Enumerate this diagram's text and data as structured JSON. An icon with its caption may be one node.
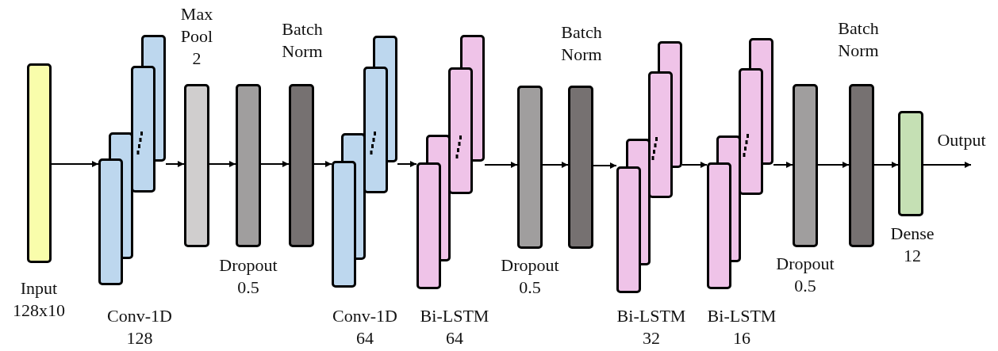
{
  "diagram": {
    "nodes": [
      {
        "text": [
          "Input 128x10"
        ]
      },
      {
        "text": [
          "Conv-1D 128"
        ]
      },
      {
        "text": [
          "Max Pool 2"
        ]
      },
      {
        "text": [
          "Dropout 0.5"
        ]
      },
      {
        "text": [
          "Batch Norm"
        ]
      },
      {
        "text": [
          "Conv-1D 64"
        ]
      },
      {
        "text": [
          "Bi-LSTM 64"
        ]
      },
      {
        "text": [
          "Dropout 0.5"
        ]
      },
      {
        "text": [
          "Batch Norm"
        ]
      },
      {
        "text": [
          "Bi-LSTM 32"
        ]
      },
      {
        "text": [
          "Bi-LSTM 16"
        ]
      },
      {
        "text": [
          "Dropout 0.5"
        ]
      },
      {
        "text": [
          "Batch Norm"
        ]
      },
      {
        "text": [
          "Dense 12"
        ]
      }
    ],
    "edges": [
      {
        "from": 0,
        "to": 1,
        "arrow": "to"
      },
      {
        "from": 1,
        "to": 2,
        "arrow": "to"
      },
      {
        "from": 2,
        "to": 3,
        "arrow": "to"
      },
      {
        "from": 3,
        "to": 4,
        "arrow": "to"
      },
      {
        "from": 4,
        "to": 5,
        "arrow": "to"
      },
      {
        "from": 5,
        "to": 6,
        "arrow": "to"
      },
      {
        "from": 6,
        "to": 7,
        "arrow": "to"
      },
      {
        "from": 7,
        "to": 8,
        "arrow": "to"
      },
      {
        "from": 8,
        "to": 9,
        "arrow": "to"
      },
      {
        "from": 9,
        "to": 10,
        "arrow": "to"
      },
      {
        "from": 10,
        "to": 11,
        "arrow": "to"
      },
      {
        "from": 11,
        "to": 12,
        "arrow": "to"
      },
      {
        "from": 12,
        "to": 13,
        "arrow": "to"
      },
      {
        "from": 13,
        "to": null,
        "arrow": "to",
        "label": "Output"
      }
    ]
  }
}
